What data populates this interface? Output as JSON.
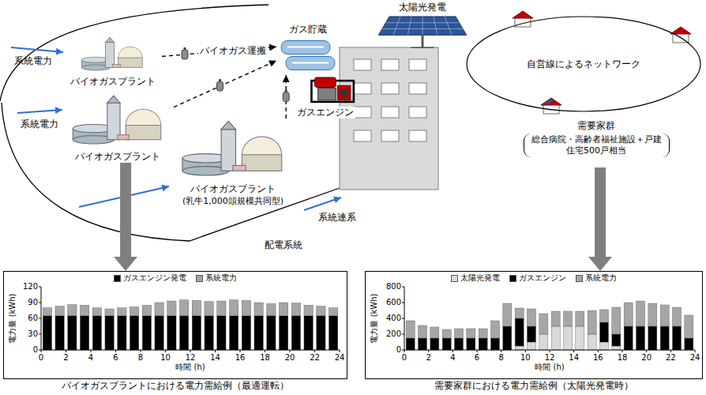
{
  "diagram": {
    "nodes": [
      {
        "text": [
          "バイオガスプラント"
        ]
      },
      {
        "text": [
          "バイオガスプラント"
        ]
      },
      {
        "text": [
          "バイオガスプラント",
          "(乳牛1,000頭規模共同型)"
        ]
      },
      {
        "text": [
          "ガス貯蔵"
        ]
      },
      {
        "text": [
          "ガスエンジン"
        ]
      },
      {
        "text": [
          "太陽光発電"
        ]
      },
      {
        "text": [
          "自営線によるネットワーク"
        ]
      },
      {
        "text": [
          "需要家群",
          "総合病院・高齢者福祉施設＋戸建住宅500戸相当"
        ]
      },
      {
        "text": [
          "バイオガスプラントにおける電力需給例（最適運転）"
        ]
      },
      {
        "text": [
          "需要家群における電力需給例（太陽光発電時）"
        ]
      }
    ],
    "edges": [
      {
        "from": 0,
        "to": 3,
        "arrow": "to",
        "label": "バイオガス運搬"
      },
      {
        "from": 1,
        "to": 3,
        "arrow": "to"
      },
      {
        "from": 2,
        "to": 3,
        "arrow": "to"
      },
      {
        "from": 1,
        "to": 8,
        "arrow": "to"
      },
      {
        "from": 7,
        "to": 9,
        "arrow": "to"
      }
    ],
    "labels": [
      "系統電力",
      "系統電力",
      "系統連系",
      "配電系統",
      "電力量 (kWh)",
      "時間 (h)",
      "0",
      "30",
      "60",
      "90",
      "120",
      "0",
      "2",
      "4",
      "6",
      "8",
      "10",
      "12",
      "14",
      "16",
      "18",
      "20",
      "22",
      "24",
      "電力量 (kWh)",
      "時間 (h)",
      "0",
      "200",
      "400",
      "600",
      "800",
      "0",
      "2",
      "4",
      "6",
      "8",
      "10",
      "12",
      "14",
      "16",
      "18",
      "20",
      "22",
      "24"
    ],
    "legend": [
      {
        "text": "ガスエンジン発電",
        "color": "#000000"
      },
      {
        "text": "系統電力",
        "color": "#a6a6a6"
      },
      {
        "text": "太陽光発電",
        "color": "#d9d9d9"
      },
      {
        "text": "ガスエンジン",
        "color": "#000000"
      },
      {
        "text": "系統電力",
        "color": "#a6a6a6"
      }
    ]
  }
}
